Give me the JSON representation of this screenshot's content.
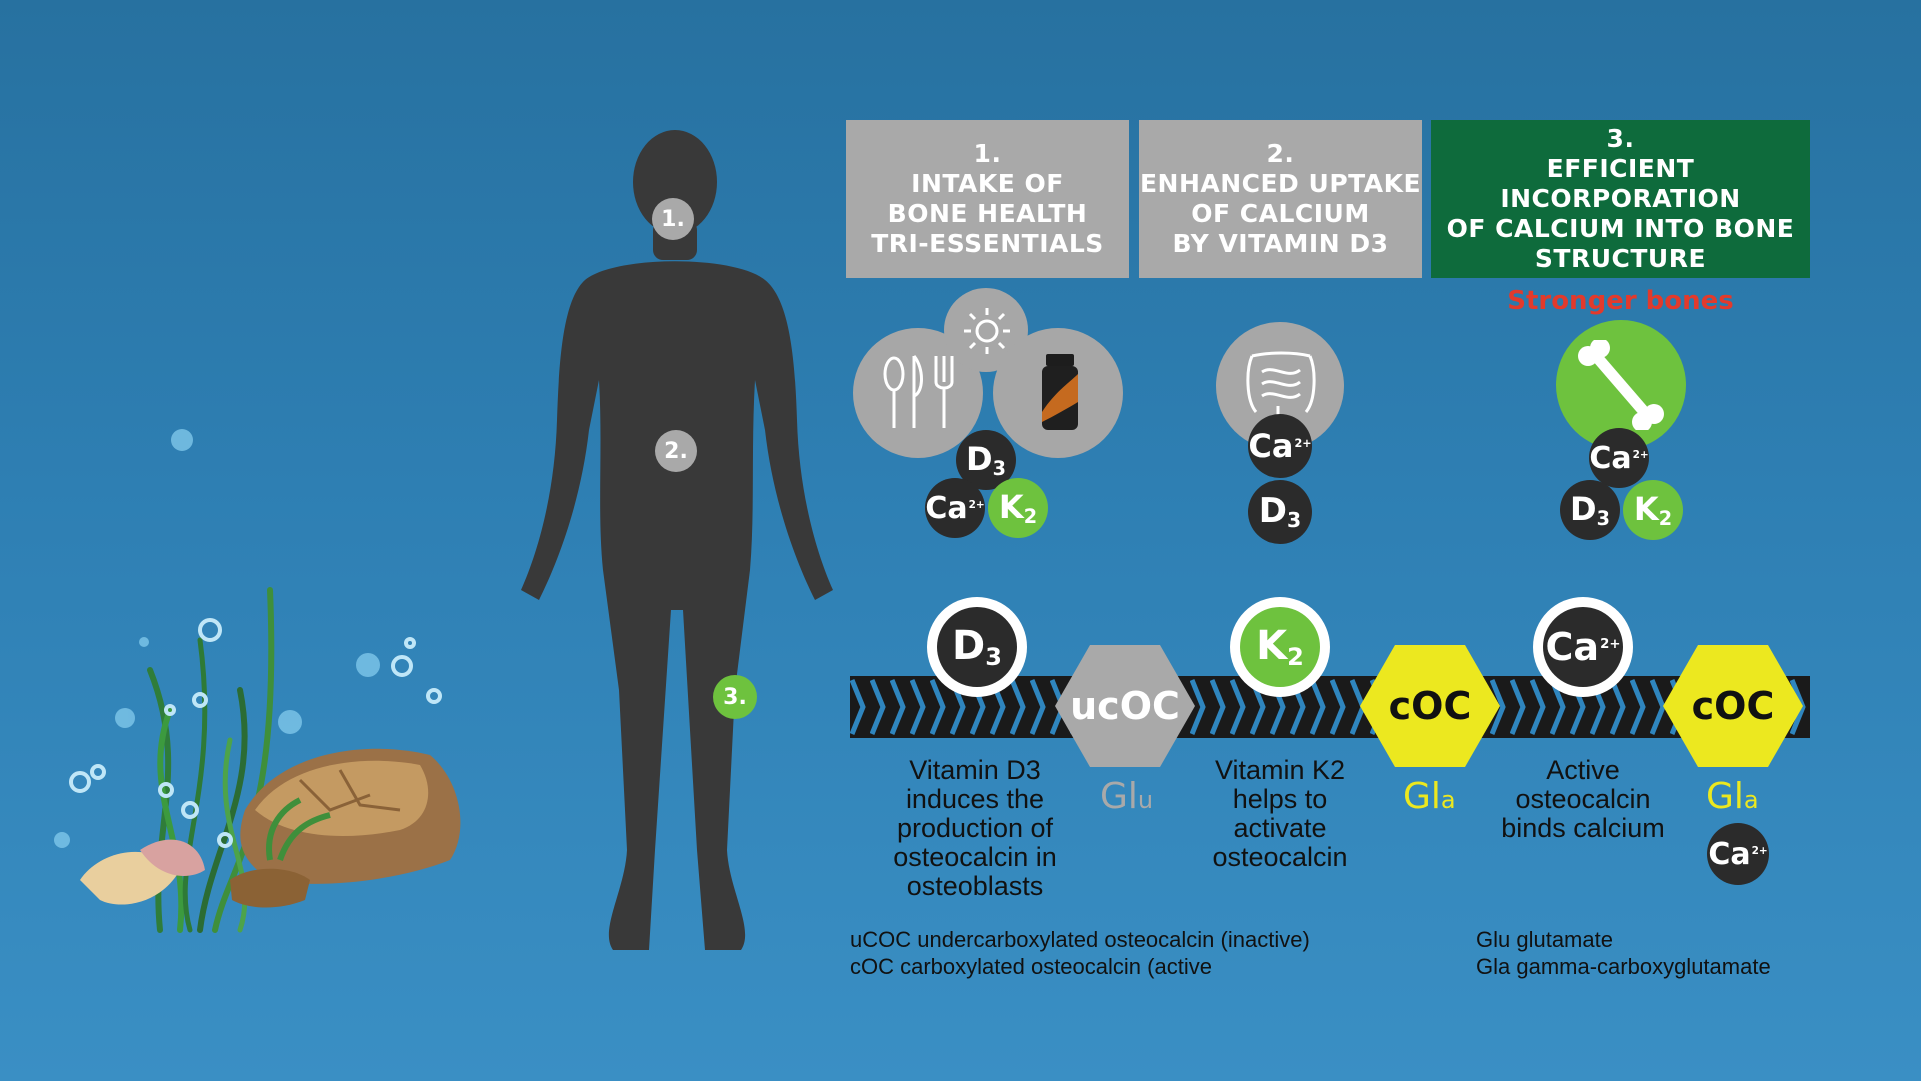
{
  "body_markers": [
    {
      "label": "1.",
      "color": "#a9a9a9"
    },
    {
      "label": "2.",
      "color": "#a9a9a9"
    },
    {
      "label": "3.",
      "color": "#6ec23e"
    }
  ],
  "stages": [
    {
      "title": "1.\nINTAKE OF\nBONE HEALTH\nTRI-ESSENTIALS",
      "color": "#a9a9a9"
    },
    {
      "title": "2.\nENHANCED UPTAKE\nOF CALCIUM\nBY VITAMIN D3",
      "color": "#a9a9a9"
    },
    {
      "title": "3.\nEFFICIENT INCORPORATION\nOF CALCIUM INTO BONE\nSTRUCTURE",
      "color": "#0e6b3c"
    }
  ],
  "stronger_bones": "Stronger bones",
  "ions": {
    "d3": {
      "base": "D",
      "sub": "3"
    },
    "k2": {
      "base": "K",
      "sub": "2"
    },
    "ca": {
      "base": "Ca",
      "sup": "2+"
    }
  },
  "hexagons": {
    "ucoc": "ucOC",
    "coc": "cOC"
  },
  "glu": {
    "base": "Gl",
    "sub": "u"
  },
  "gla": {
    "base": "Gl",
    "sub": "a"
  },
  "descriptions": [
    "Vitamin D3\ninduces the\nproduction of\nosteocalcin in\nosteoblasts",
    "Vitamin K2\nhelps to\nactivate\nosteocalcin",
    "Active\nosteocalcin\nbinds calcium"
  ],
  "legend": {
    "left": [
      "uCOC undercarboxylated osteocalcin (inactive)",
      "cOC carboxylated osteocalcin (active"
    ],
    "right": [
      "Glu glutamate",
      "Gla gamma-carboxyglutamate"
    ]
  },
  "icons": [
    "cutlery-icon",
    "sun-icon",
    "supplement-bottle-icon",
    "intestine-icon",
    "bone-icon",
    "human-silhouette-icon",
    "seabed-decoration"
  ],
  "colors": {
    "grey": "#a9a9a9",
    "green": "#0e6b3c",
    "accent_green": "#6ec23e",
    "yellow": "#ece81f",
    "red": "#e23a2c",
    "dark": "#2b2b2b"
  }
}
